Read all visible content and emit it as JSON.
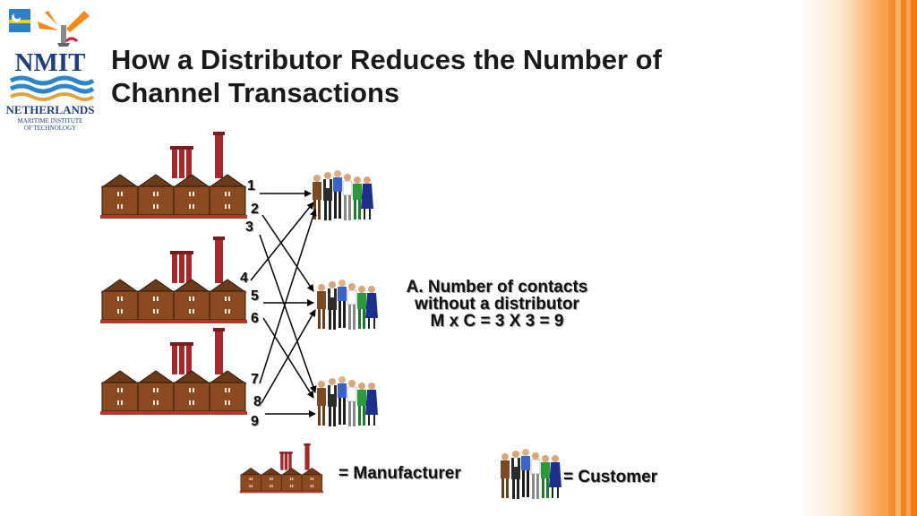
{
  "logo": {
    "abbr": "NMIT",
    "name": "NETHERLANDS",
    "tagline_1": "MARITIME INSTITUTE",
    "tagline_2": "OF TECHNOLOGY"
  },
  "title": {
    "line1": "How a Distributor Reduces the Number of",
    "line2": "Channel Transactions"
  },
  "contacts": [
    "1",
    "2",
    "3",
    "4",
    "5",
    "6",
    "7",
    "8",
    "9"
  ],
  "explanation": {
    "line1": "A. Number of contacts",
    "line2": "without a distributor",
    "line3": "M x C = 3 X 3 = 9"
  },
  "legend": {
    "manufacturer": "= Manufacturer",
    "customer": "= Customer"
  },
  "colors": {
    "accent": "#f07a10",
    "factory_roof": "#7a4520",
    "factory_wall": "#8b4a1f",
    "chimney": "#a5282b"
  }
}
